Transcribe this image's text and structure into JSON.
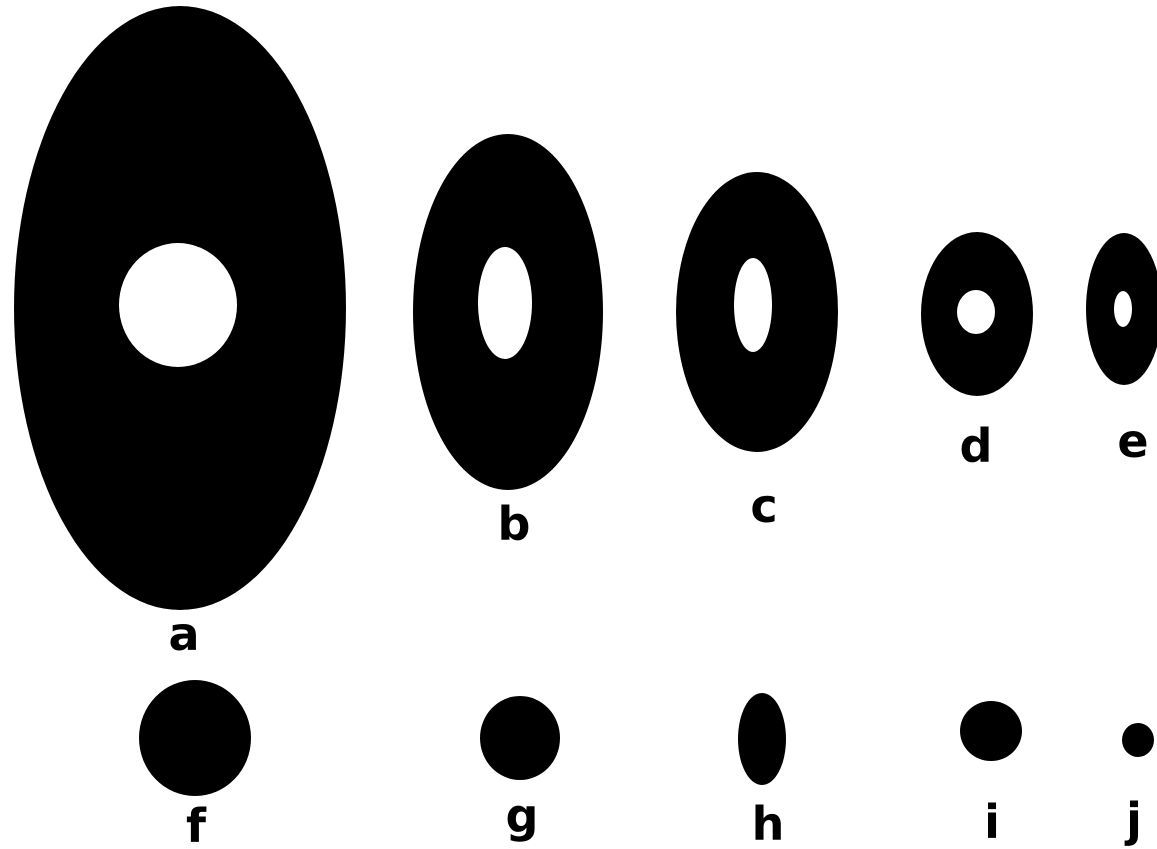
{
  "labels": {
    "a": "a",
    "b": "b",
    "c": "c",
    "d": "d",
    "e": "e",
    "f": "f",
    "g": "g",
    "h": "h",
    "i": "i",
    "j": "j"
  },
  "colors": {
    "ink": "#000000",
    "background": "#ffffff"
  }
}
